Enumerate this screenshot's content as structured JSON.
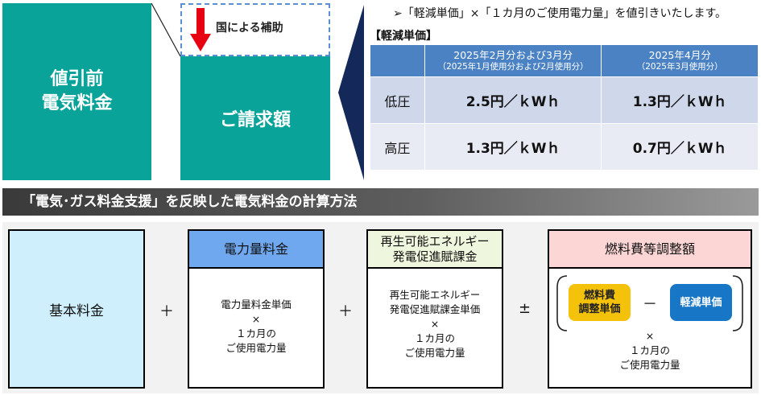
{
  "left_diagram": {
    "before_label": "値引前\n電気料金",
    "subsidy_label": "国による補助",
    "bill_label": "ご請求額",
    "arrow_color": "#e60012",
    "teal_color": "#0aa39a"
  },
  "rate_section": {
    "note": "➢「軽減単価」×「１カ月のご使用電力量」を値引きいたします。",
    "table_title": "【軽減単価】",
    "columns": [
      {
        "main": "2025年2月分および3月分",
        "sub": "（2025年1月使用分および2月使用分）"
      },
      {
        "main": "2025年4月分",
        "sub": "（2025年3月使用分）"
      }
    ],
    "rows": [
      {
        "label": "低圧",
        "values": [
          "2.5円／ｋWｈ",
          "1.3円／ｋWｈ"
        ]
      },
      {
        "label": "高圧",
        "values": [
          "1.3円／ｋWｈ",
          "0.7円／ｋWｈ"
        ]
      }
    ]
  },
  "banner": {
    "title": "「電気･ガス料金支援」を反映した電気料金の計算方法"
  },
  "formula": {
    "kihon": "基本料金",
    "op_plus": "＋",
    "op_pm": "±",
    "denryoku": {
      "head": "電力量料金",
      "body": [
        "電力量料金単価",
        "×",
        "１カ月の",
        "ご使用電力量"
      ]
    },
    "saiene": {
      "head": [
        "再生可能エネルギー",
        "発電促進賦課金"
      ],
      "body": [
        "再生可能エネルギー",
        "発電促進賦課金単価",
        "×",
        "１カ月の",
        "ご使用電力量"
      ]
    },
    "nenryo": {
      "head": "燃料費等調整額",
      "pill_left": [
        "燃料費",
        "調整単価"
      ],
      "minus": "－",
      "pill_right": "軽減単価",
      "body": [
        "×",
        "１カ月の",
        "ご使用電力量"
      ]
    }
  }
}
